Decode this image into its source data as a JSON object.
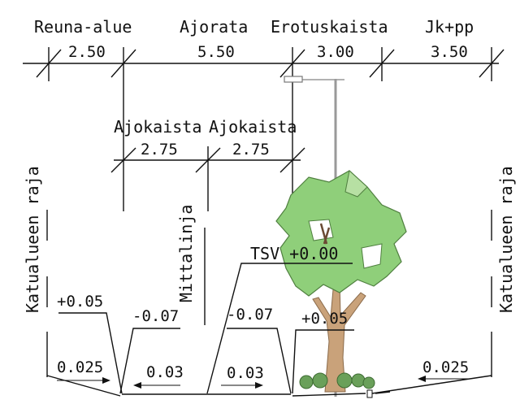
{
  "top_dimensions": [
    {
      "label": "Reuna-alue",
      "value": "2.50"
    },
    {
      "label": "Ajorata",
      "value": "5.50"
    },
    {
      "label": "Erotuskaista",
      "value": "3.00"
    },
    {
      "label": "Jk+pp",
      "value": "3.50"
    }
  ],
  "lane_dimensions": [
    {
      "label": "Ajokaista",
      "value": "2.75"
    },
    {
      "label": "Ajokaista",
      "value": "2.75"
    }
  ],
  "boundary_label": "Katualueen raja",
  "measure_line_label": "Mittalinja",
  "tsv_label": "TSV +0.00",
  "heights": {
    "left_edge": "+0.05",
    "carriageway_left": "-0.07",
    "carriageway_right": "-0.07",
    "median": "+0.05"
  },
  "slopes": {
    "left_area": "0.025",
    "lane_left": "0.03",
    "lane_right": "0.03",
    "walkway": "0.025"
  },
  "colors": {
    "ink": "#111111",
    "foliage": "#8fcf7a",
    "foliage_dark": "#4f7f3f",
    "trunk": "#c9a27a",
    "shrub": "#6aa05a",
    "pole": "#999999"
  },
  "icons": [
    "street-lamp-icon",
    "tree-icon",
    "shrub-icon",
    "slope-arrow-icon"
  ]
}
